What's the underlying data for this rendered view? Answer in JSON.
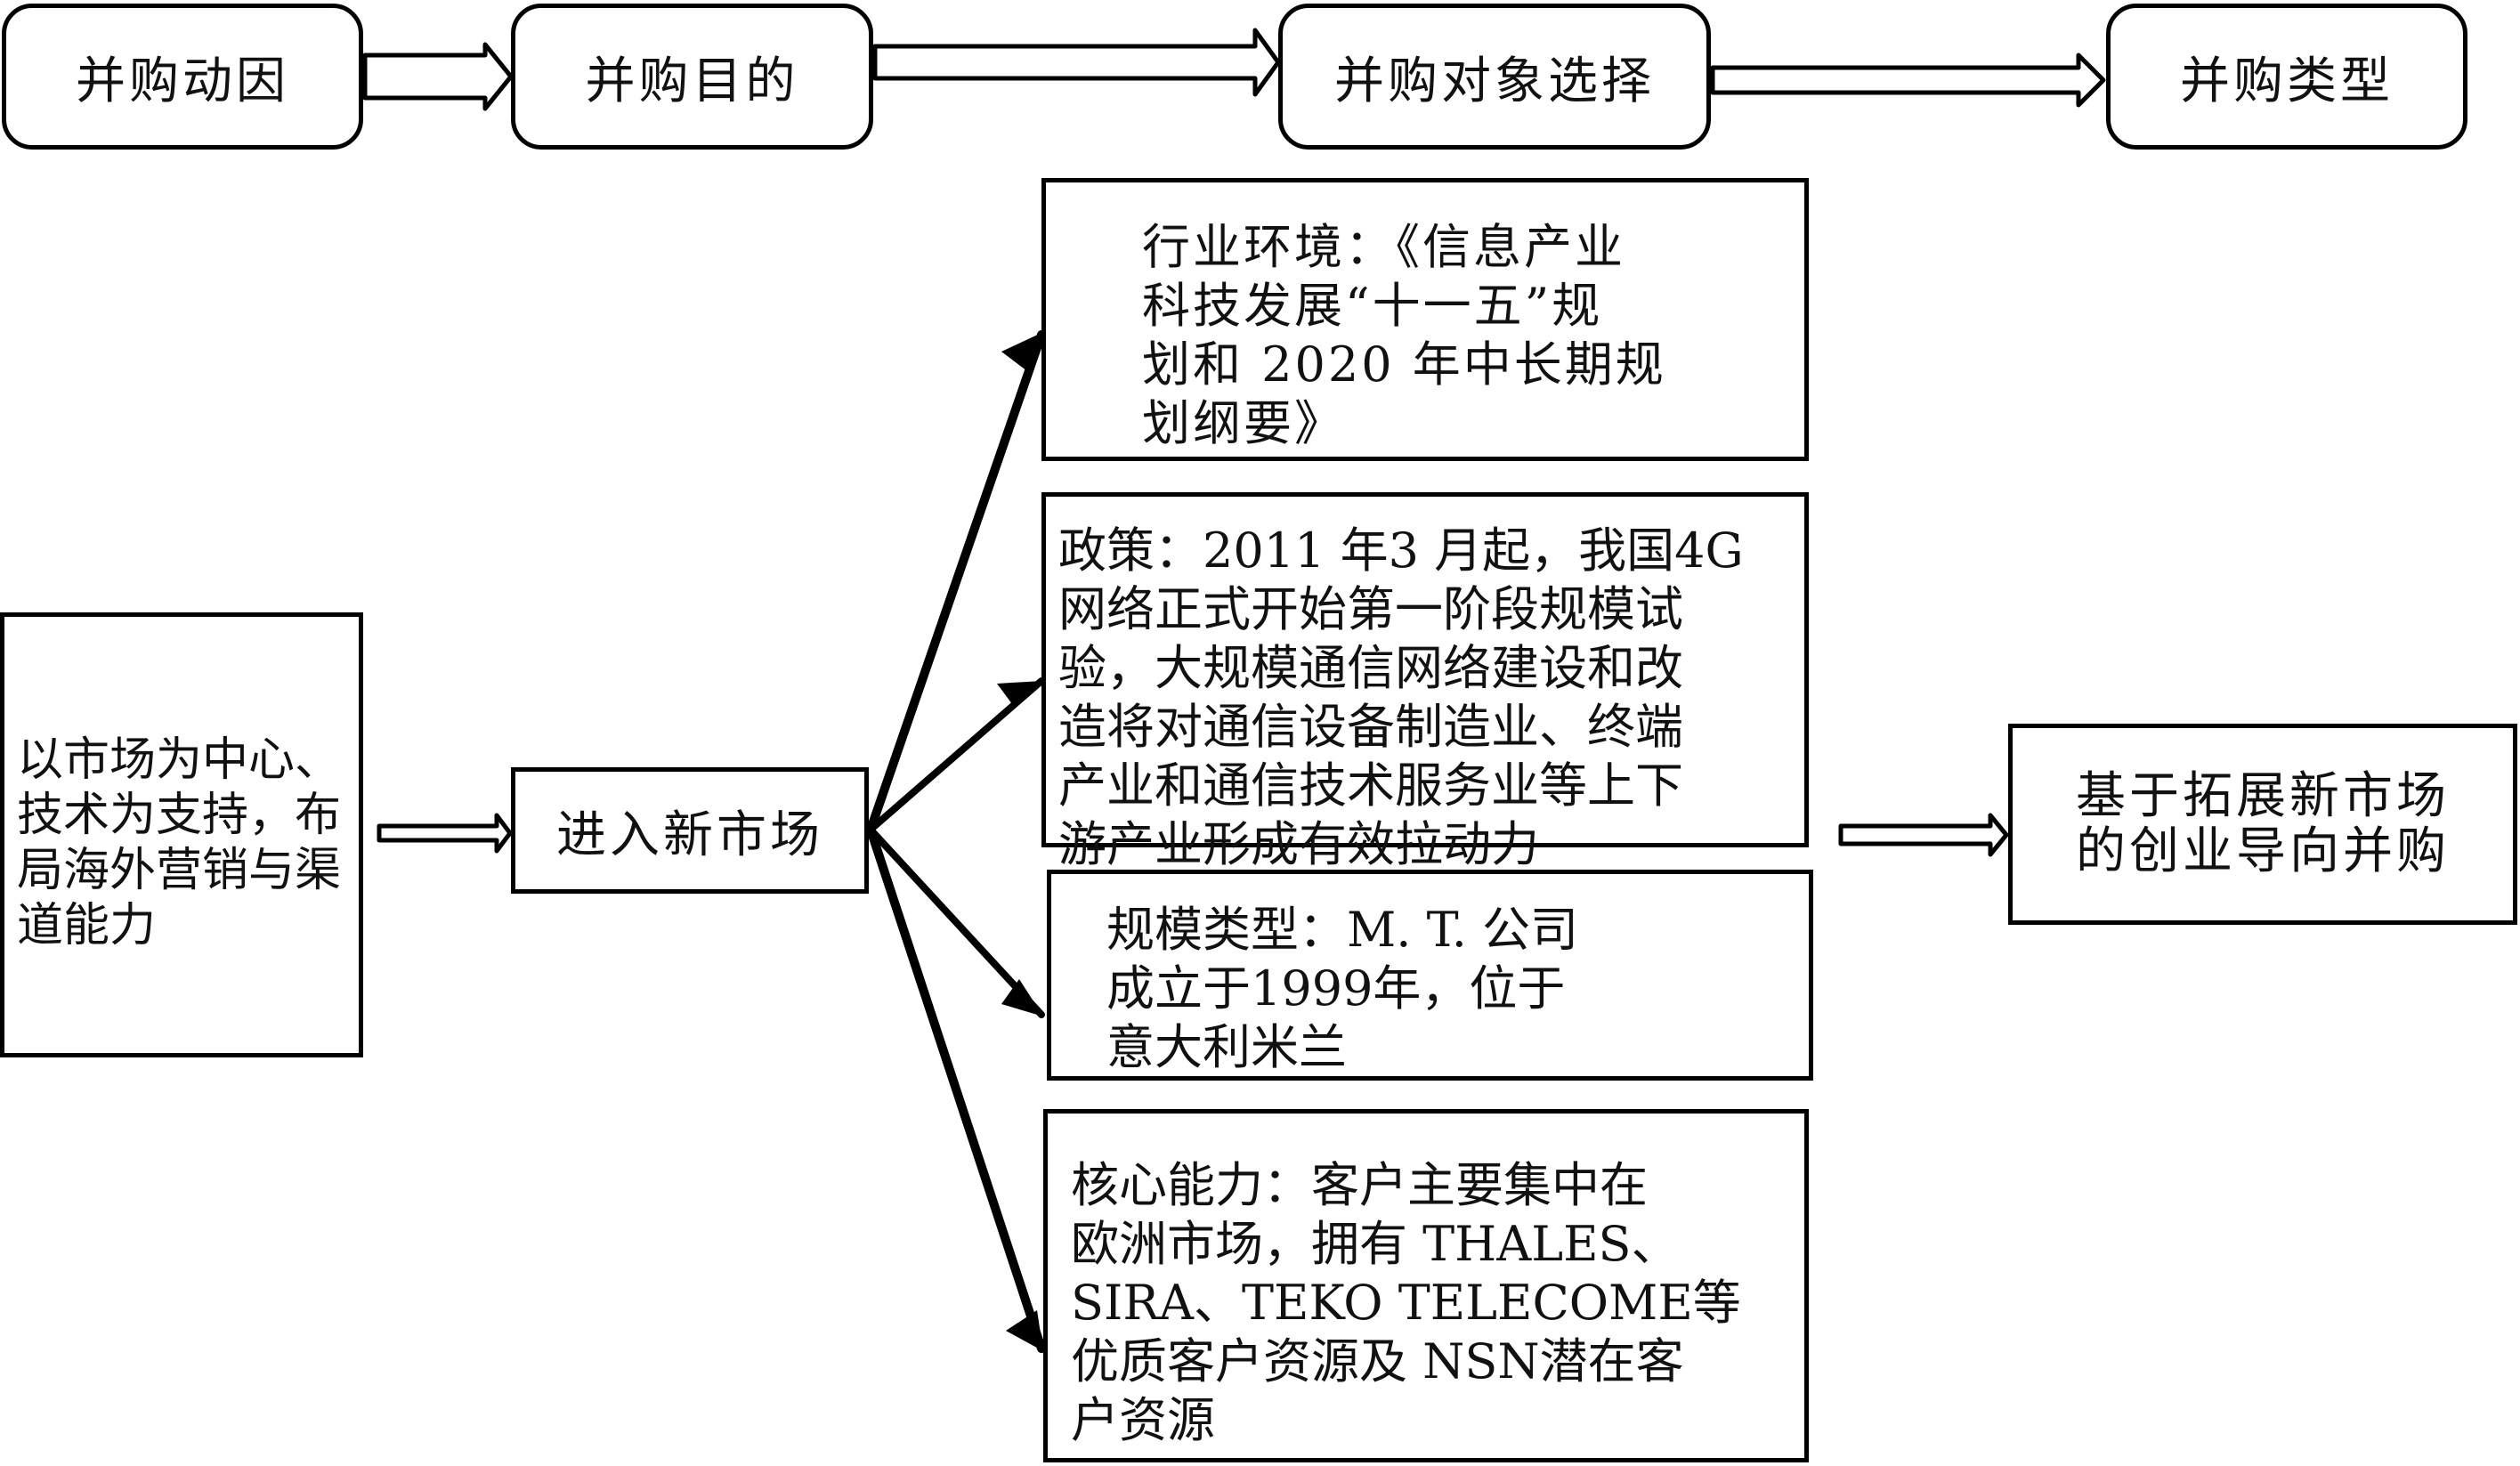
{
  "header_flow": [
    {
      "label": "并购动因"
    },
    {
      "label": "并购目的"
    },
    {
      "label": "并购对象选择"
    },
    {
      "label": "并购类型"
    }
  ],
  "motive": {
    "text": "以市场为中心、\n技术为支持，布\n局海外营销与渠\n道能力"
  },
  "purpose": {
    "text": "进入新市场"
  },
  "targets": [
    {
      "text": "行业环境：《信息产业\n科技发展“十一五”规\n划和 2020 年中长期规\n划纲要》"
    },
    {
      "text": "政策：2011 年3 月起，我国4G\n网络正式开始第一阶段规模试\n验，大规模通信网络建设和改\n造将对通信设备制造业、终端\n产业和通信技术服务业等上下\n游产业形成有效拉动力"
    },
    {
      "text": "规模类型：M. T. 公司\n成立于1999年，位于\n意大利米兰"
    },
    {
      "text": "核心能力：客户主要集中在\n欧洲市场，拥有 THALES、\nSIRA、TEKO TELECOME等\n优质客户资源及 NSN潜在客\n户资源"
    }
  ],
  "type_result": {
    "text": "基于拓展新市场\n的创业导向并购"
  }
}
